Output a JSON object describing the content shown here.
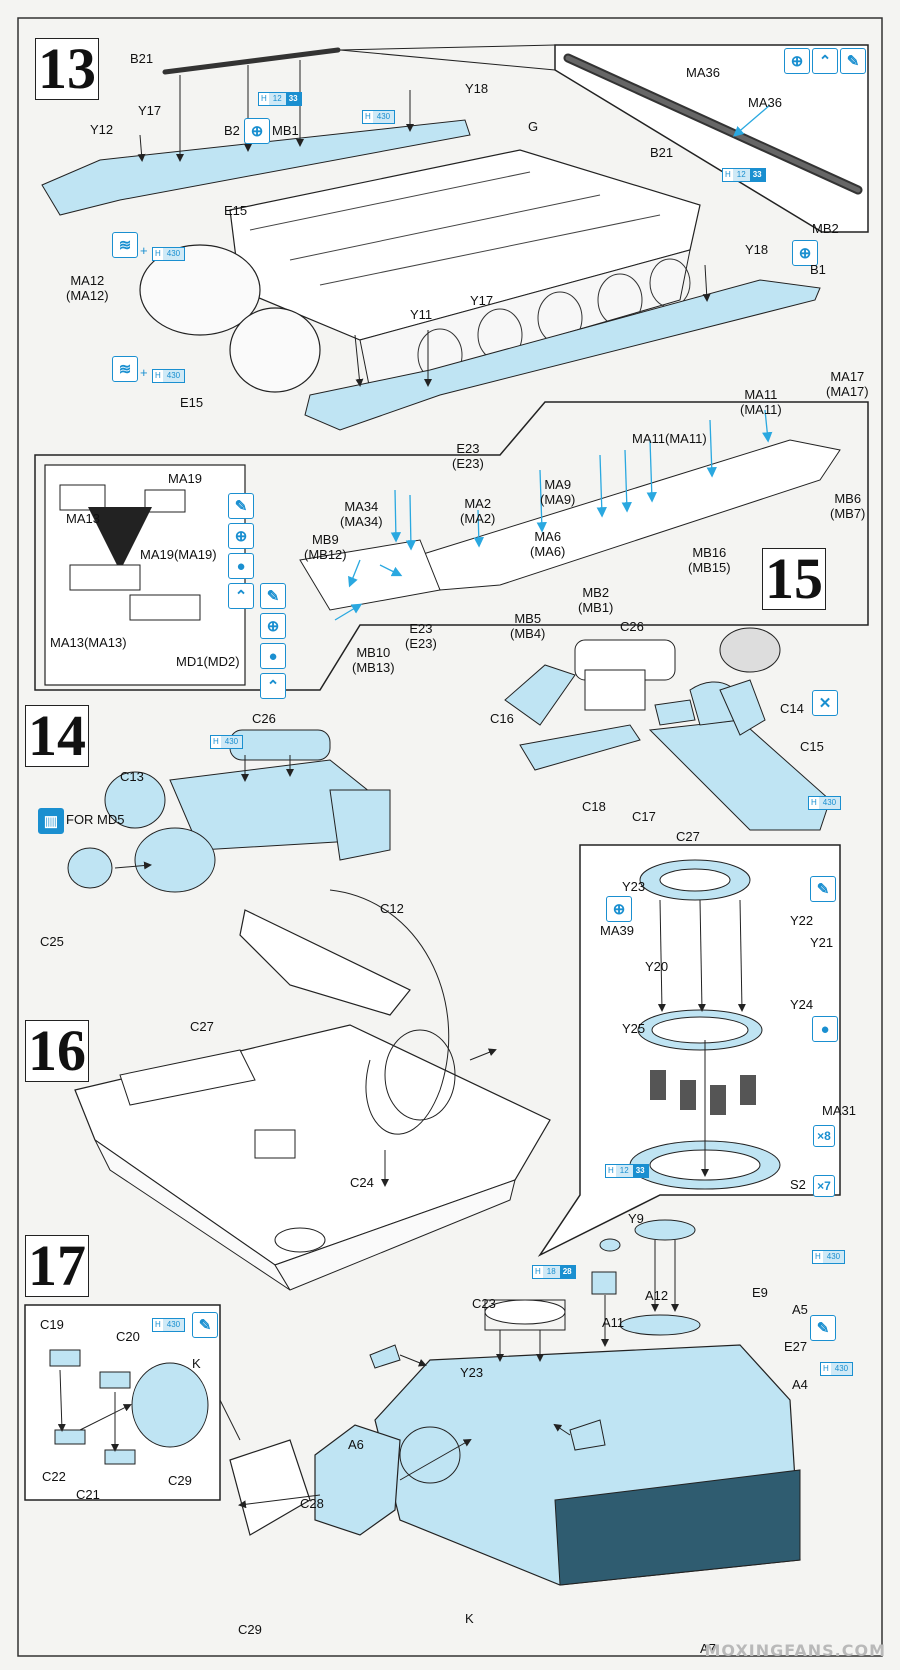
{
  "steps": {
    "s13": "13",
    "s14": "14",
    "s15": "15",
    "s16": "16",
    "s17": "17"
  },
  "parts": {
    "B21a": "B21",
    "B21b": "B21",
    "MA36a": "MA36",
    "MA36b": "MA36",
    "Y18a": "Y18",
    "Y18b": "Y18",
    "Y17a": "Y17",
    "Y17b": "Y17",
    "Y12": "Y12",
    "B2": "B2",
    "MB1": "MB1",
    "G": "G",
    "E15a": "E15",
    "E15b": "E15",
    "MA12": "MA12\n(MA12)",
    "MB2top": "MB2",
    "B1": "B1",
    "Y11": "Y11",
    "E23a": "E23\n(E23)",
    "MA17": "MA17\n(MA17)",
    "MA11a": "MA11\n(MA11)",
    "MA11b": "MA11(MA11)",
    "MA9": "MA9\n(MA9)",
    "MA34": "MA34\n(MA34)",
    "MA2": "MA2\n(MA2)",
    "MA6": "MA6\n(MA6)",
    "MB6": "MB6\n(MB7)",
    "MB16": "MB16\n(MB15)",
    "MB2b": "MB2\n(MB1)",
    "MB5": "MB5\n(MB4)",
    "MB9": "MB9\n(MB12)",
    "E23b": "E23\n(E23)",
    "MB10": "MB10\n(MB13)",
    "MA13": "MA13",
    "MA19": "MA19",
    "MA19b": "MA19(MA19)",
    "MA13b": "MA13(MA13)",
    "MD1": "MD1(MD2)",
    "C26a": "C26",
    "C16": "C16",
    "C14": "C14",
    "C15": "C15",
    "C18": "C18",
    "C17": "C17",
    "C27a": "C27",
    "C26b": "C26",
    "C13": "C13",
    "FORMD5": "FOR MD5",
    "C12": "C12",
    "C25": "C25",
    "Y23a": "Y23",
    "MA39": "MA39",
    "Y22": "Y22",
    "Y21": "Y21",
    "Y20": "Y20",
    "Y24": "Y24",
    "Y25": "Y25",
    "MA31": "MA31",
    "S2": "S2",
    "Y9": "Y9",
    "C27b": "C27",
    "C24": "C24",
    "C23": "C23",
    "K1": "K",
    "E9": "E9",
    "A12": "A12",
    "A5": "A5",
    "A11": "A11",
    "E27": "E27",
    "Y23b": "Y23",
    "A4": "A4",
    "A6": "A6",
    "C19": "C19",
    "C20": "C20",
    "C22": "C22",
    "C21": "C21",
    "C29a": "C29",
    "C28": "C28",
    "C29b": "C29",
    "K2": "K",
    "A7": "A7"
  },
  "paint": {
    "p1": {
      "h": "H",
      "codes": [
        "12",
        "33"
      ]
    },
    "p2": {
      "h": "H",
      "codes": [
        "430"
      ]
    },
    "p3": {
      "h": "H",
      "codes": [
        "12",
        "33"
      ]
    },
    "p4": {
      "h": "H",
      "codes": [
        "430"
      ]
    },
    "p5": {
      "h": "H",
      "codes": [
        "430"
      ]
    },
    "p6": {
      "h": "H",
      "codes": [
        "430"
      ]
    },
    "p7": {
      "h": "H",
      "codes": [
        "430"
      ]
    },
    "p8": {
      "h": "H",
      "codes": [
        "12",
        "33"
      ]
    },
    "p9": {
      "h": "H",
      "codes": [
        "430"
      ]
    },
    "p10": {
      "h": "H",
      "codes": [
        "18",
        "28"
      ]
    },
    "p11": {
      "h": "H",
      "codes": [
        "430"
      ]
    },
    "p12": {
      "h": "H",
      "codes": [
        "430"
      ]
    }
  },
  "multipliers": {
    "x8": "×8",
    "x7": "×7"
  },
  "plus": "+",
  "watermark": "MOXINGFANS.COM",
  "colors": {
    "part_blue": "#bfe4f3",
    "icon_blue": "#1a8fd0",
    "arrow_blue": "#2aa8e0"
  }
}
